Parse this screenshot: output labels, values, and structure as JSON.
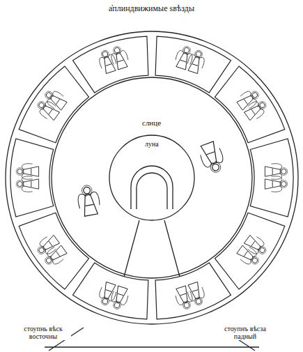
{
  "diagram": {
    "title": "а҆плиндвижимые ѕвѣзды",
    "nodes": [
      {
        "text": [
          "слнце"
        ]
      },
      {
        "text": [
          "луна"
        ],
        "in": 0
      }
    ],
    "labels": [
      "стоупнь вѣск восточны",
      "стоупнъ вѣсза падный"
    ]
  }
}
